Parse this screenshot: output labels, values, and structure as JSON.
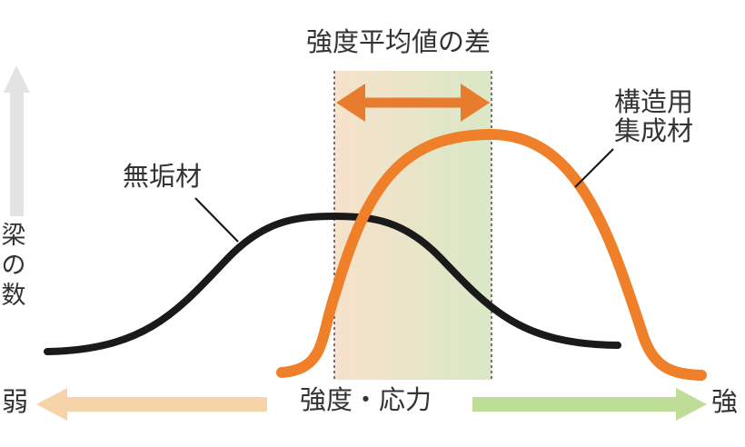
{
  "title": "強度平均値の差",
  "y_axis_label": "梁の数",
  "x_axis_label": "強度・応力",
  "x_axis_low": "弱",
  "x_axis_high": "強",
  "curves": [
    {
      "name": "無垢材",
      "color": "#1a1a1a",
      "shape": "wide-bell"
    },
    {
      "name": "構造用\n集成材",
      "color": "#f07f2a",
      "shape": "narrow-bell"
    }
  ],
  "colors": {
    "solid_wood": "#1a1a1a",
    "glulam": "#f07f2a",
    "difference_arrow": "#e87c2e",
    "band_left": "#f8e2cc",
    "band_right": "#d9e8c6",
    "weak_arrow": "#f7d3aa",
    "strong_arrow": "#bedd96",
    "y_arrow": "#e3e3e3"
  }
}
